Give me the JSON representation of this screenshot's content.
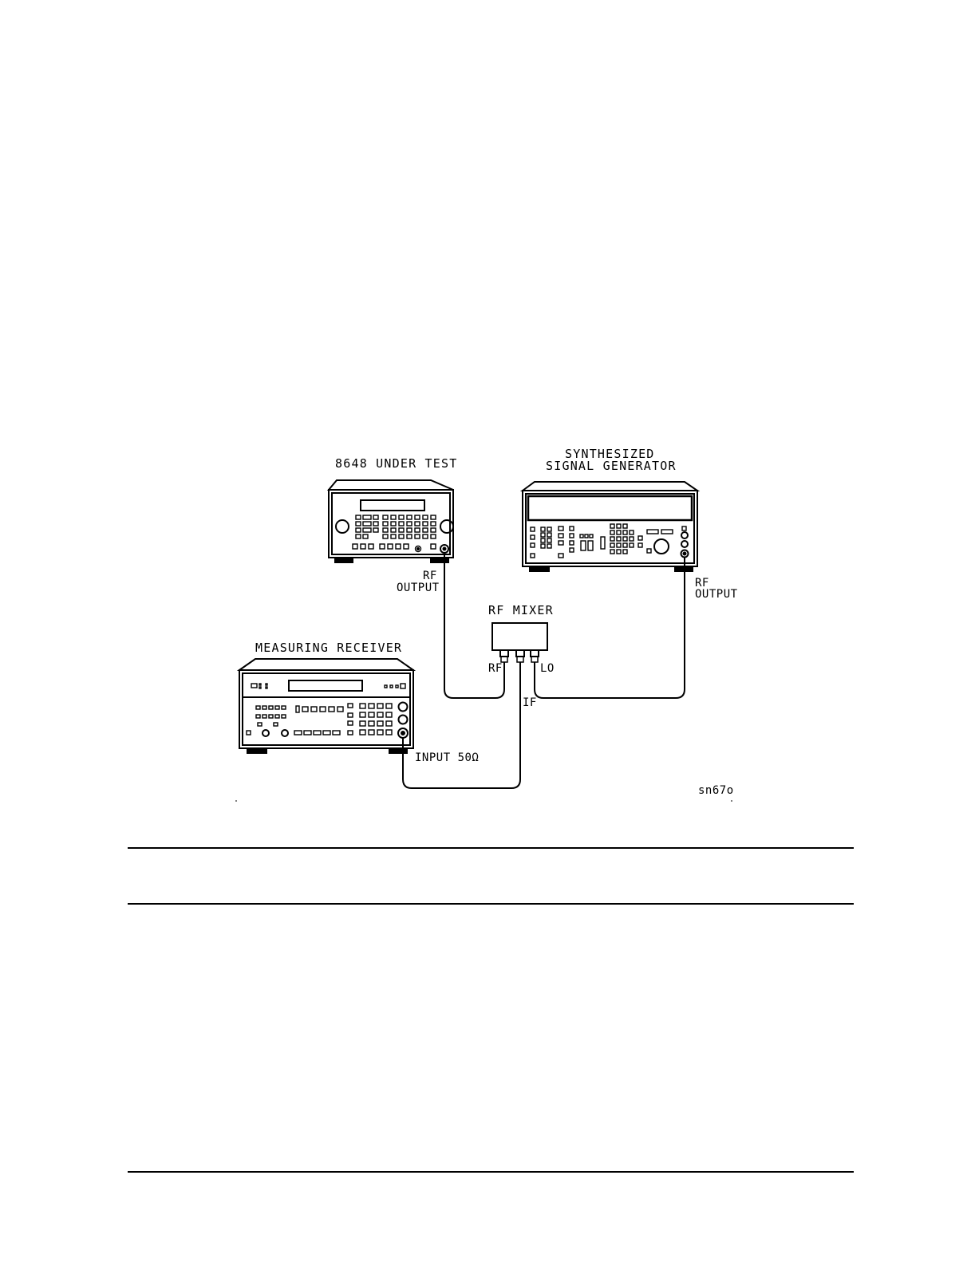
{
  "diagram": {
    "devices": {
      "dut": {
        "title": "8648 UNDER TEST",
        "port_label_line1": "RF",
        "port_label_line2": "OUTPUT"
      },
      "sig_gen": {
        "title_line1": "SYNTHESIZED",
        "title_line2": "SIGNAL GENERATOR",
        "port_label_line1": "RF",
        "port_label_line2": "OUTPUT"
      },
      "mixer": {
        "title": "RF MIXER",
        "port_rf": "RF",
        "port_lo": "LO",
        "port_if": "IF"
      },
      "receiver": {
        "title": "MEASURING RECEIVER",
        "port_label": "INPUT 50Ω"
      }
    },
    "figure_id": "sn67o"
  },
  "colors": {
    "ink": "#000000",
    "paper": "#ffffff"
  }
}
